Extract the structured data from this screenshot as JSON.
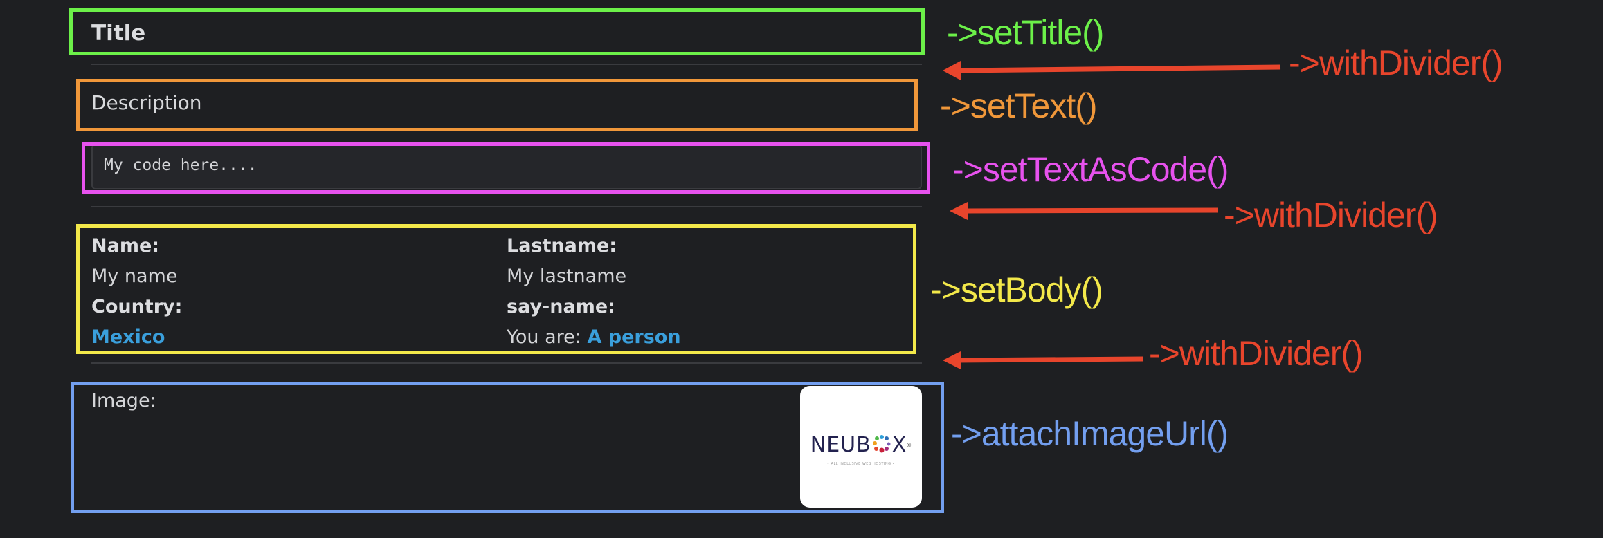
{
  "card": {
    "title": "Title",
    "description": "Description",
    "code": "My code here....",
    "fields": [
      {
        "label": "Name:",
        "value": "My name"
      },
      {
        "label": "Lastname:",
        "value": "My lastname"
      },
      {
        "label": "Country:",
        "value": "Mexico",
        "value_is_link": true
      },
      {
        "label": "say-name:",
        "value_prefix": "You are: ",
        "value": "A person",
        "value_is_link": true
      }
    ],
    "image_label": "Image:",
    "image": {
      "brand": "NEUBOX",
      "brand_parts": [
        "NEUB",
        "X"
      ],
      "tagline": "• ALL INCLUSIVE WEB HOSTING •",
      "registered_mark": "®"
    }
  },
  "annotations": {
    "set_title": "->setTitle()",
    "set_text": "->setText()",
    "set_text_as_code": "->setTextAsCode()",
    "set_body": "->setBody()",
    "attach_image_url": "->attachImageUrl()",
    "with_divider_1": "->withDivider()",
    "with_divider_2": "->withDivider()",
    "with_divider_3": "->withDivider()"
  },
  "colors": {
    "background": "#1e1f22",
    "title_box": "#6cf049",
    "text_box": "#f0973a",
    "code_box": "#e752ee",
    "body_box": "#f3e84a",
    "image_box": "#739ff0",
    "divider_arrow": "#e8452c",
    "link": "#3a9fdc"
  }
}
